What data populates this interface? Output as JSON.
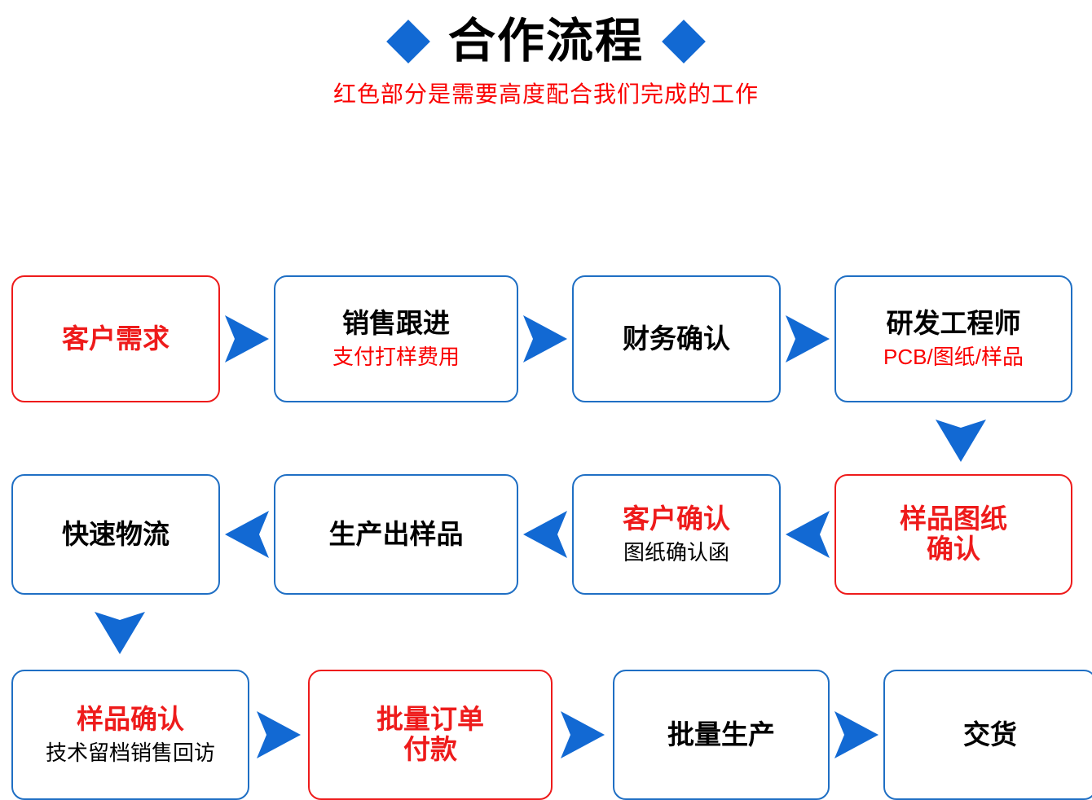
{
  "header": {
    "title": "合作流程",
    "subtitle": "红色部分是需要高度配合我们完成的工作",
    "left_diamond": "diamond-icon",
    "right_diamond": "diamond-icon"
  },
  "colors": {
    "blue": "#1f6fc4",
    "arrow_blue": "#1269d3",
    "red": "#ee1b1b",
    "subtitle_red": "#fa0000",
    "text_black": "#000000",
    "background": "#ffffff"
  },
  "flow": {
    "rows": [
      {
        "direction": "right",
        "nodes": [
          {
            "main": "客户需求",
            "main_color": "red",
            "border": "red",
            "sub": ""
          },
          {
            "main": "销售跟进",
            "main_color": "black",
            "border": "blue",
            "sub": "支付打样费用",
            "sub_color": "red"
          },
          {
            "main": "财务确认",
            "main_color": "black",
            "border": "blue",
            "sub": ""
          },
          {
            "main": "研发工程师",
            "main_color": "black",
            "border": "blue",
            "sub": "PCB/图纸/样品",
            "sub_color": "red"
          }
        ]
      },
      {
        "direction": "left",
        "nodes": [
          {
            "main": "快速物流",
            "main_color": "black",
            "border": "blue",
            "sub": ""
          },
          {
            "main": "生产出样品",
            "main_color": "black",
            "border": "blue",
            "sub": ""
          },
          {
            "main": "客户确认",
            "main_color": "red",
            "border": "blue",
            "sub": "图纸确认函",
            "sub_color": "black"
          },
          {
            "main": "样品图纸\n确认",
            "main_color": "red",
            "border": "red",
            "sub": ""
          }
        ]
      },
      {
        "direction": "right",
        "nodes": [
          {
            "main": "样品确认",
            "main_color": "red",
            "border": "blue",
            "sub": "技术留档销售回访",
            "sub_color": "black"
          },
          {
            "main": "批量订单\n付款",
            "main_color": "red",
            "border": "red",
            "sub": ""
          },
          {
            "main": "批量生产",
            "main_color": "black",
            "border": "blue",
            "sub": ""
          },
          {
            "main": "交货",
            "main_color": "black",
            "border": "blue",
            "sub": ""
          }
        ]
      }
    ],
    "vertical_arrows": [
      {
        "name": "arrow-down-right",
        "from": "研发工程师",
        "to": "样品图纸确认"
      },
      {
        "name": "arrow-down-left",
        "from": "快速物流",
        "to": "样品确认"
      }
    ]
  },
  "labels": {
    "row1_n1_main": "客户需求",
    "row1_n2_main": "销售跟进",
    "row1_n2_sub": "支付打样费用",
    "row1_n3_main": "财务确认",
    "row1_n4_main": "研发工程师",
    "row1_n4_sub": "PCB/图纸/样品",
    "row2_n1_main": "快速物流",
    "row2_n2_main": "生产出样品",
    "row2_n3_main": "客户确认",
    "row2_n3_sub": "图纸确认函",
    "row2_n4_main_l1": "样品图纸",
    "row2_n4_main_l2": "确认",
    "row3_n1_main": "样品确认",
    "row3_n1_sub": "技术留档销售回访",
    "row3_n2_main_l1": "批量订单",
    "row3_n2_main_l2": "付款",
    "row3_n3_main": "批量生产",
    "row3_n4_main": "交货"
  }
}
